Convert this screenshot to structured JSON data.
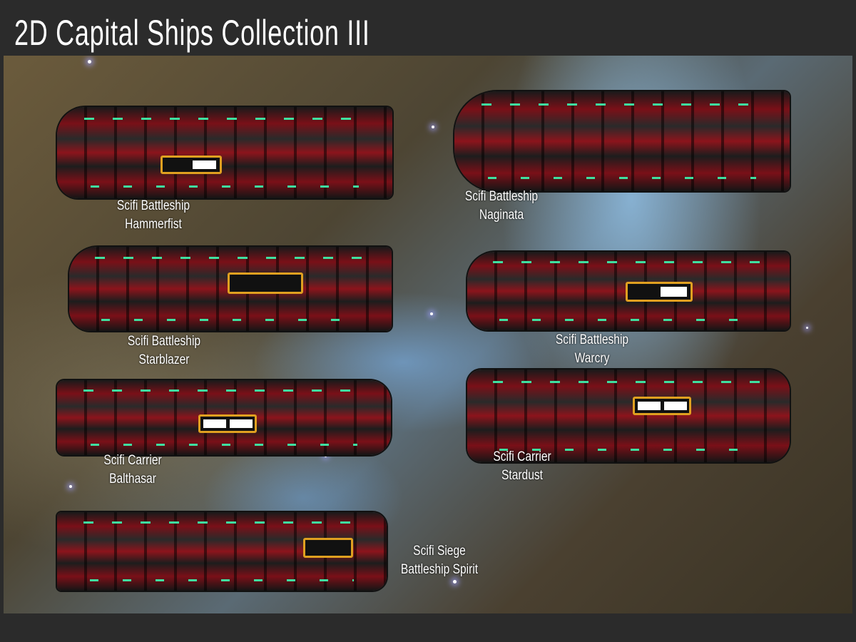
{
  "title": "2D Capital Ships Collection III",
  "ships": [
    {
      "line1": "Scifi Battleship",
      "line2": "Hammerfist"
    },
    {
      "line1": "Scifi Battleship",
      "line2": "Naginata"
    },
    {
      "line1": "Scifi Battleship",
      "line2": "Starblazer"
    },
    {
      "line1": "Scifi Battleship",
      "line2": "Warcry"
    },
    {
      "line1": "Scifi Carrier",
      "line2": "Balthasar"
    },
    {
      "line1": "Scifi Carrier",
      "line2": "Stardust"
    },
    {
      "line1": "Scifi Siege",
      "line2": "Battleship Spirit"
    }
  ],
  "colors": {
    "frame": "#2b2b2b",
    "hull_red": "#8c141c",
    "accent_orange": "#e0a020",
    "lights": "#3fe0a0"
  }
}
